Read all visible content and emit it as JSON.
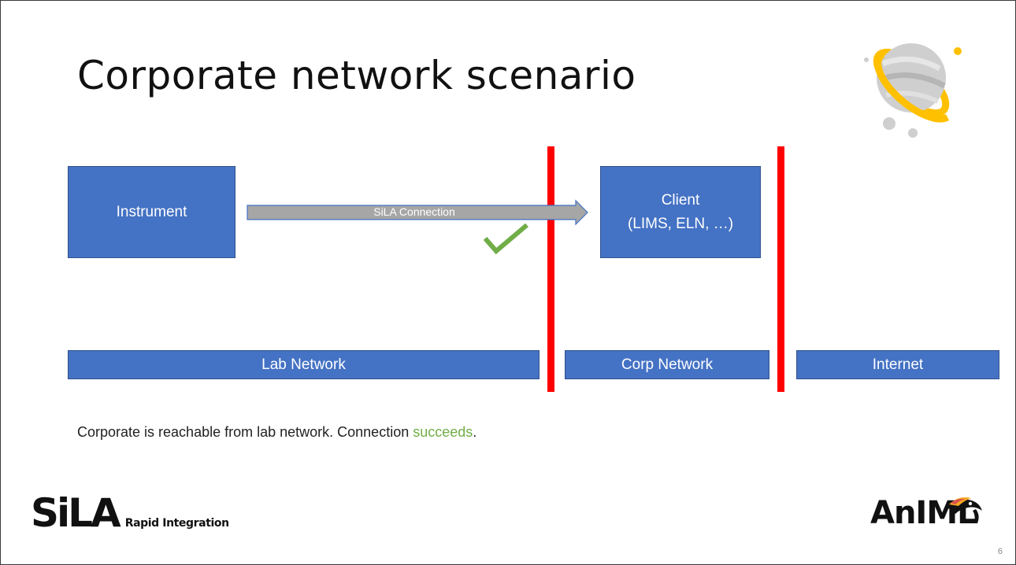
{
  "slide": {
    "title": "Corporate network scenario",
    "page_number": "6"
  },
  "diagram": {
    "instrument_label": "Instrument",
    "client_label": "Client\n(LIMS, ELN, …)",
    "arrow_label": "SiLA Connection",
    "networks": {
      "lab": "Lab Network",
      "corp": "Corp Network",
      "internet": "Internet"
    },
    "status_icon": "checkmark-icon",
    "colors": {
      "box_fill": "#4472c4",
      "firewall": "#ff0000",
      "success": "#70ad47",
      "arrow": "#a6a6a6"
    }
  },
  "caption": {
    "before": "Corporate is reachable from lab network. Connection ",
    "highlight": "succeeds",
    "after": "."
  },
  "logos": {
    "sila_word": "SiLA",
    "sila_tagline": "Rapid Integration",
    "animl_word": "AnIML",
    "planet_icon": "planet-icon",
    "toucan_icon": "toucan-icon"
  }
}
